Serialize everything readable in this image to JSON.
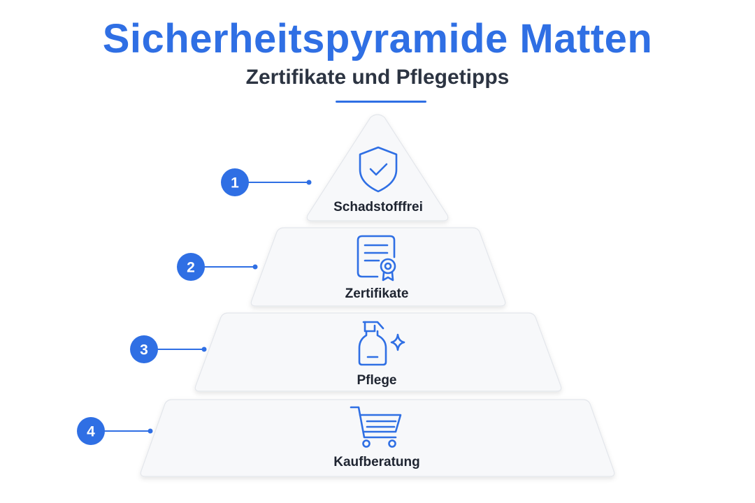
{
  "header": {
    "title": "Sicherheitspyramide Matten",
    "subtitle": "Zertifikate und Pflegetipps"
  },
  "tiers": [
    {
      "number": "1",
      "label": "Schadstofffrei",
      "icon": "shield-check-icon"
    },
    {
      "number": "2",
      "label": "Zertifikate",
      "icon": "certificate-icon"
    },
    {
      "number": "3",
      "label": "Pflege",
      "icon": "spray-bottle-icon"
    },
    {
      "number": "4",
      "label": "Kaufberatung",
      "icon": "shopping-cart-icon"
    }
  ],
  "colors": {
    "accent": "#2f6fe4",
    "text": "#1e2430",
    "subtitle": "#2c3442",
    "tier_fill": "#f7f8fa",
    "tier_border": "#e3e6eb"
  }
}
